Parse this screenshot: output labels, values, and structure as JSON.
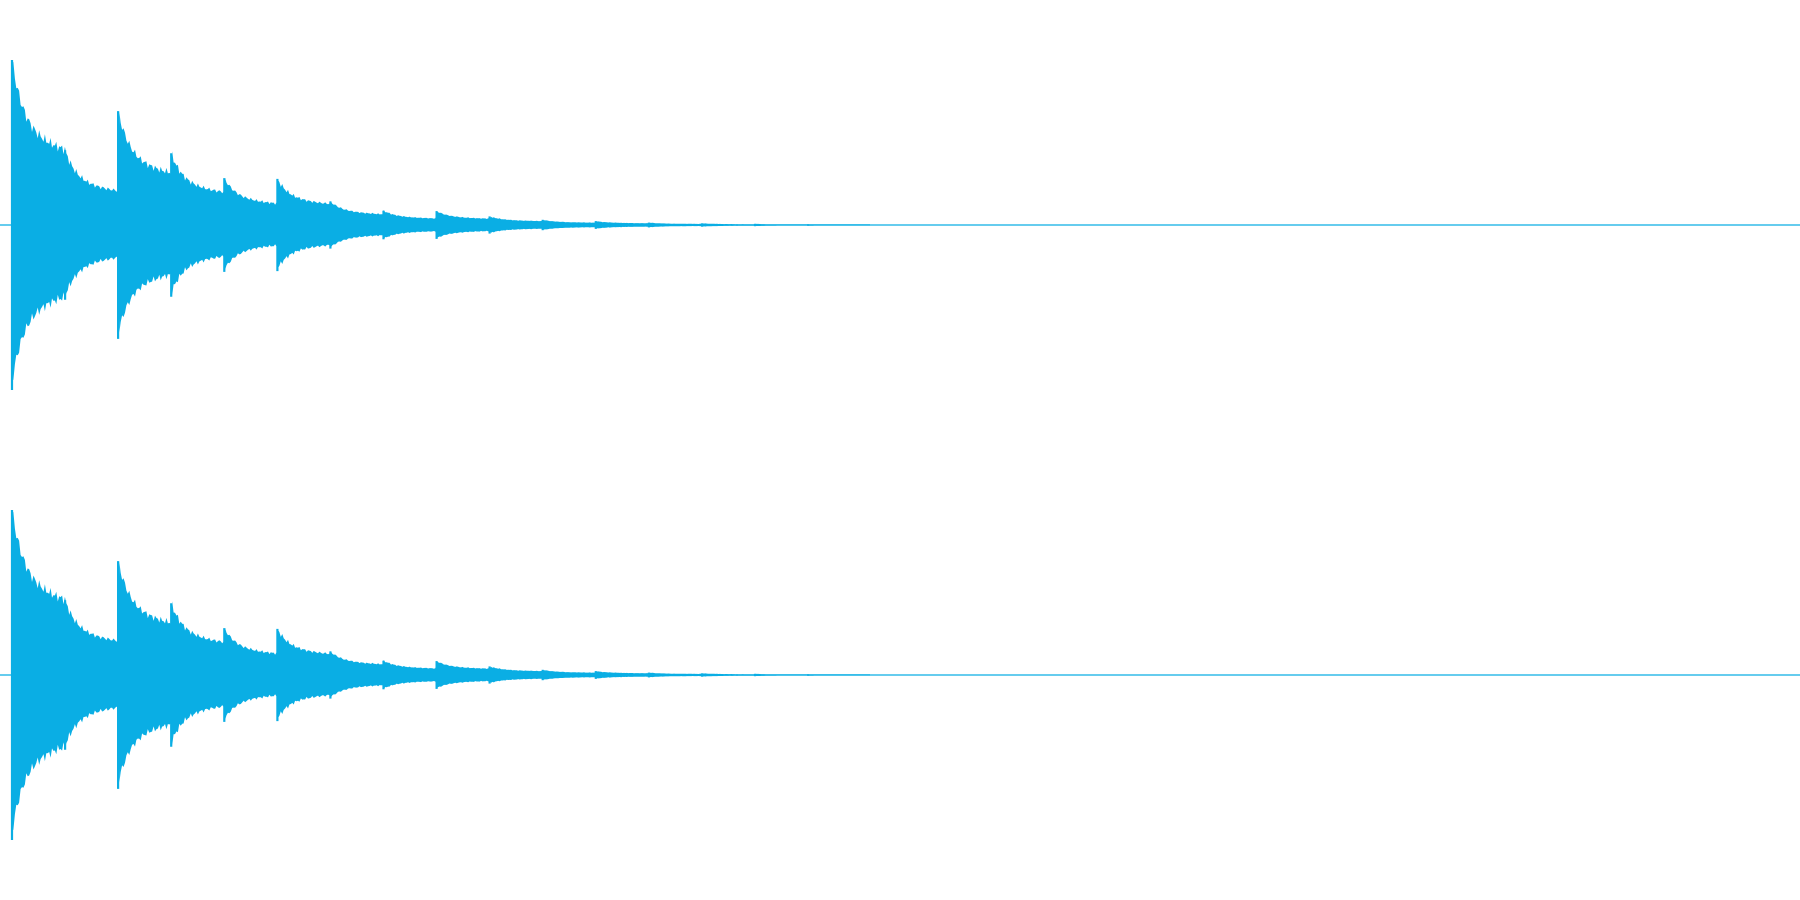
{
  "waveform": {
    "color": "#0aaee4",
    "background": "#ffffff",
    "channels": [
      {
        "name": ""
      },
      {
        "name": ""
      }
    ],
    "envelope": {
      "peaks": [
        1.0,
        0.92,
        0.4,
        0.33,
        0.28,
        0.22,
        0.18,
        0.14,
        0.1,
        0.08,
        0.06,
        0.05,
        0.04,
        0.03,
        0.025,
        0.02,
        0.018,
        0.015,
        0.012,
        0.01,
        0.008,
        0.006,
        0.004,
        0.003,
        0.002,
        0.001
      ],
      "strike_times": [
        0.0,
        0.03,
        0.06,
        0.09,
        0.12,
        0.15,
        0.18,
        0.21,
        0.24,
        0.27,
        0.3,
        0.33,
        0.36,
        0.39,
        0.42,
        0.45,
        0.48
      ],
      "strike_levels": [
        1.0,
        0.55,
        1.02,
        0.78,
        0.62,
        0.74,
        0.46,
        0.34,
        0.4,
        0.3,
        0.22,
        0.2,
        0.15,
        0.13,
        0.11,
        0.09,
        0.07
      ],
      "signal_end": 0.485
    }
  }
}
